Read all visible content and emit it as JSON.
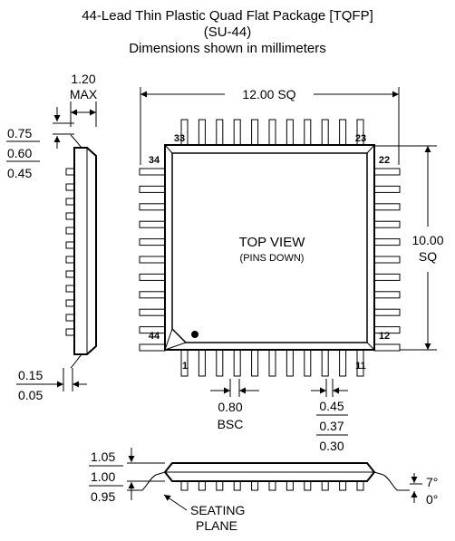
{
  "header": {
    "line1": "44-Lead Thin Plastic Quad Flat Package [TQFP]",
    "line2": "(SU-44)",
    "line3": "Dimensions shown in millimeters"
  },
  "side_view": {
    "height_value": "1.20",
    "height_qualifier": "MAX",
    "standoff_max": "0.75",
    "standoff_nom": "0.60",
    "standoff_min": "0.45",
    "lead_thickness_max": "0.15",
    "lead_thickness_min": "0.05"
  },
  "top_view": {
    "label": "TOP VIEW",
    "sublabel": "(PINS DOWN)",
    "width_label": "12.00 SQ",
    "height_value": "10.00",
    "height_unit": "SQ",
    "pin_numbers": {
      "p1": "1",
      "p11": "11",
      "p12": "12",
      "p22": "22",
      "p23": "23",
      "p33": "33",
      "p34": "34",
      "p44": "44"
    },
    "pitch_value": "0.80",
    "pitch_unit": "BSC",
    "lead_width_max": "0.45",
    "lead_width_nom": "0.37",
    "lead_width_min": "0.30"
  },
  "front_view": {
    "thickness_max": "1.05",
    "thickness_nom": "1.00",
    "thickness_min": "0.95",
    "angle_max": "7°",
    "angle_min": "0°",
    "seating_line1": "SEATING",
    "seating_line2": "PLANE"
  }
}
